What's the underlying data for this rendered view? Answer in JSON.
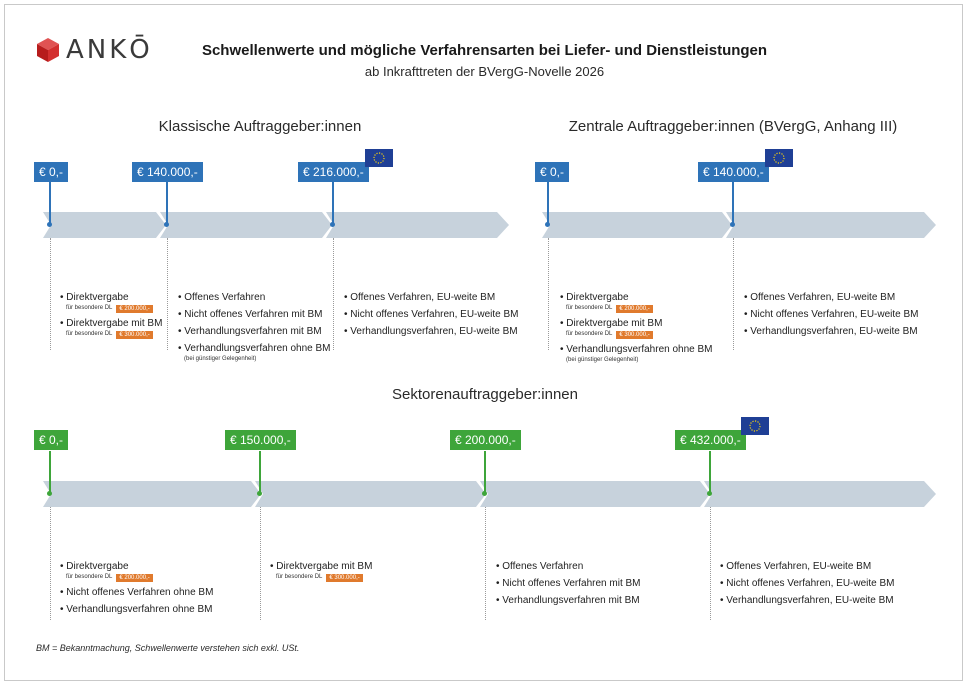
{
  "header": {
    "logo_text": "ANKŌ",
    "title": "Schwellenwerte und mögliche Verfahrensarten bei Liefer- und Dienstleistungen",
    "subtitle": "ab Inkrafttreten der BVergG-Novelle 2026"
  },
  "colors": {
    "classic_accent": "#2e73b8",
    "sector_accent": "#3ea53a",
    "band": "#c7d2dc",
    "badge": "#e07a2d",
    "eu_flag": "#1f3f95",
    "logo_red": "#d32f2f"
  },
  "sections": {
    "klassisch": {
      "title": "Klassische Auftraggeber:innen",
      "thresholds": [
        {
          "label": "€ 0,-",
          "eu": false
        },
        {
          "label": "€ 140.000,-",
          "eu": false
        },
        {
          "label": "€ 216.000,-",
          "eu": true
        }
      ],
      "lists": [
        [
          {
            "text": "Direktvergabe",
            "sub": "für besondere DL",
            "badge": "€ 200.000,-"
          },
          {
            "text": "Direktvergabe mit BM",
            "sub": "für besondere DL",
            "badge": "€ 300.000,-"
          }
        ],
        [
          {
            "text": "Offenes Verfahren"
          },
          {
            "text": "Nicht offenes Verfahren mit BM"
          },
          {
            "text": "Verhandlungsverfahren mit BM"
          },
          {
            "text": "Verhandlungsverfahren ohne BM",
            "note": "(bei günstiger Gelegenheit)"
          }
        ],
        [
          {
            "text": "Offenes Verfahren, EU-weite BM"
          },
          {
            "text": "Nicht offenes Verfahren, EU-weite BM"
          },
          {
            "text": "Verhandlungsverfahren, EU-weite BM"
          }
        ]
      ]
    },
    "zentral": {
      "title": "Zentrale Auftraggeber:innen (BVergG, Anhang III)",
      "thresholds": [
        {
          "label": "€ 0,-",
          "eu": false
        },
        {
          "label": "€ 140.000,-",
          "eu": true
        }
      ],
      "lists": [
        [
          {
            "text": "Direktvergabe",
            "sub": "für besondere DL",
            "badge": "€ 200.000,-"
          },
          {
            "text": "Direktvergabe mit BM",
            "sub": "für besondere DL",
            "badge": "€ 300.000,-"
          },
          {
            "text": "Verhandlungsverfahren ohne BM",
            "note": "(bei günstiger Gelegenheit)"
          }
        ],
        [
          {
            "text": "Offenes Verfahren, EU-weite BM"
          },
          {
            "text": "Nicht offenes Verfahren, EU-weite BM"
          },
          {
            "text": "Verhandlungsverfahren, EU-weite BM"
          }
        ]
      ]
    },
    "sektoren": {
      "title": "Sektorenauftraggeber:innen",
      "thresholds": [
        {
          "label": "€ 0,-",
          "eu": false
        },
        {
          "label": "€ 150.000,-",
          "eu": false
        },
        {
          "label": "€ 200.000,-",
          "eu": false
        },
        {
          "label": "€ 432.000,-",
          "eu": true
        }
      ],
      "lists": [
        [
          {
            "text": "Direktvergabe",
            "sub": "für besondere DL",
            "badge": "€ 200.000,-"
          },
          {
            "text": "Nicht offenes Verfahren ohne BM"
          },
          {
            "text": "Verhandlungsverfahren ohne BM"
          }
        ],
        [
          {
            "text": "Direktvergabe mit BM",
            "sub": "für besondere DL",
            "badge": "€ 300.000,-"
          }
        ],
        [
          {
            "text": "Offenes Verfahren"
          },
          {
            "text": "Nicht offenes Verfahren mit BM"
          },
          {
            "text": "Verhandlungsverfahren mit BM"
          }
        ],
        [
          {
            "text": "Offenes Verfahren, EU-weite BM"
          },
          {
            "text": "Nicht offenes Verfahren, EU-weite BM"
          },
          {
            "text": "Verhandlungsverfahren, EU-weite BM"
          }
        ]
      ]
    }
  },
  "footnote": "BM = Bekanntmachung, Schwellenwerte verstehen sich exkl. USt."
}
